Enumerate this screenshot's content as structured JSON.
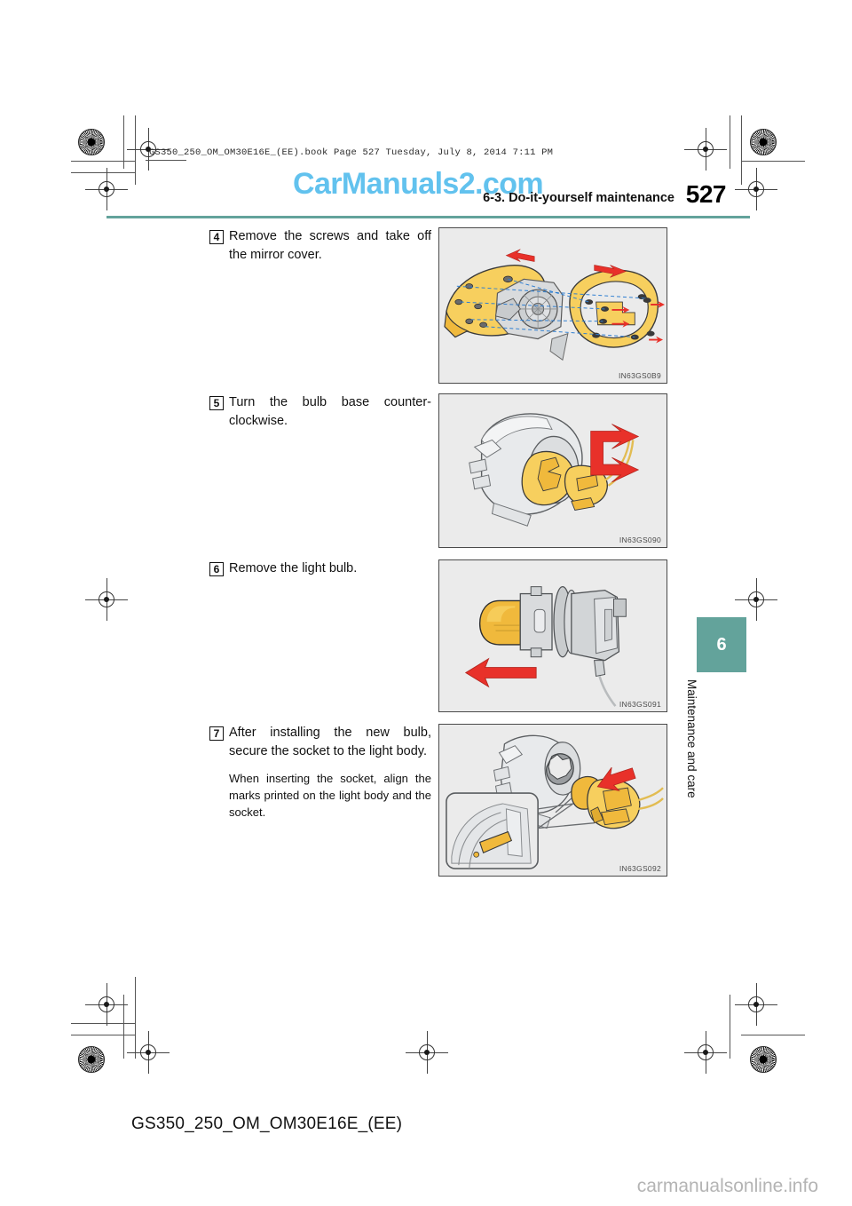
{
  "header": {
    "file_stamp": "GS350_250_OM_OM30E16E_(EE).book   Page 527   Tuesday, July 8, 2014   7:11 PM",
    "watermark": "CarManuals2.com",
    "running_head": "6-3. Do-it-yourself maintenance",
    "page_number": "527"
  },
  "steps": [
    {
      "number": "4",
      "text": "Remove the screws and take off the mirror cover.",
      "sub_text": "",
      "figure_caption": "IN63GS0B9"
    },
    {
      "number": "5",
      "text": "Turn the bulb base counter-clockwise.",
      "sub_text": "",
      "figure_caption": "IN63GS090"
    },
    {
      "number": "6",
      "text": "Remove the light bulb.",
      "sub_text": "",
      "figure_caption": "IN63GS091"
    },
    {
      "number": "7",
      "text": "After installing the new bulb, secure the socket to the light body.",
      "sub_text": "When inserting the socket, align the marks printed on the light body and the socket.",
      "figure_caption": "IN63GS092"
    }
  ],
  "sidebar": {
    "chapter_number": "6",
    "chapter_title": "Maintenance and care"
  },
  "footer": {
    "document_code": "GS350_250_OM_OM30E16E_(EE)",
    "watermark": "carmanualsonline.info"
  },
  "colors": {
    "accent_teal": "#63a39b",
    "watermark_blue": "#62c2ee",
    "figure_bg": "#ebebeb",
    "arrow_red": "#e8312a",
    "part_yellow": "#f5c23e",
    "part_gray": "#d6d8da"
  }
}
